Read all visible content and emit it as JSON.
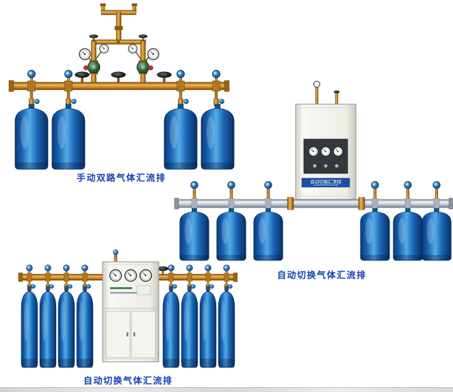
{
  "page": {
    "background": "#ffffff"
  },
  "products": [
    {
      "name": "manual-dual-manifold",
      "caption": "手动双路气体汇流排"
    },
    {
      "name": "auto-switch-manifold-wall",
      "caption": "自动切换气体汇流排"
    },
    {
      "name": "auto-switch-manifold-floor",
      "caption": "自动切换气体汇流排"
    }
  ],
  "cabinet_plate": {
    "label": "自动切换汇流排"
  },
  "colors": {
    "caption_text": "#1540b4",
    "cylinder_blue": "#1b66b6",
    "brass_pipe": "#d08c26",
    "steel_pipe": "#c3ccd6",
    "plate_blue": "#1d4fa2",
    "regulator_green": "#2e6b42"
  }
}
